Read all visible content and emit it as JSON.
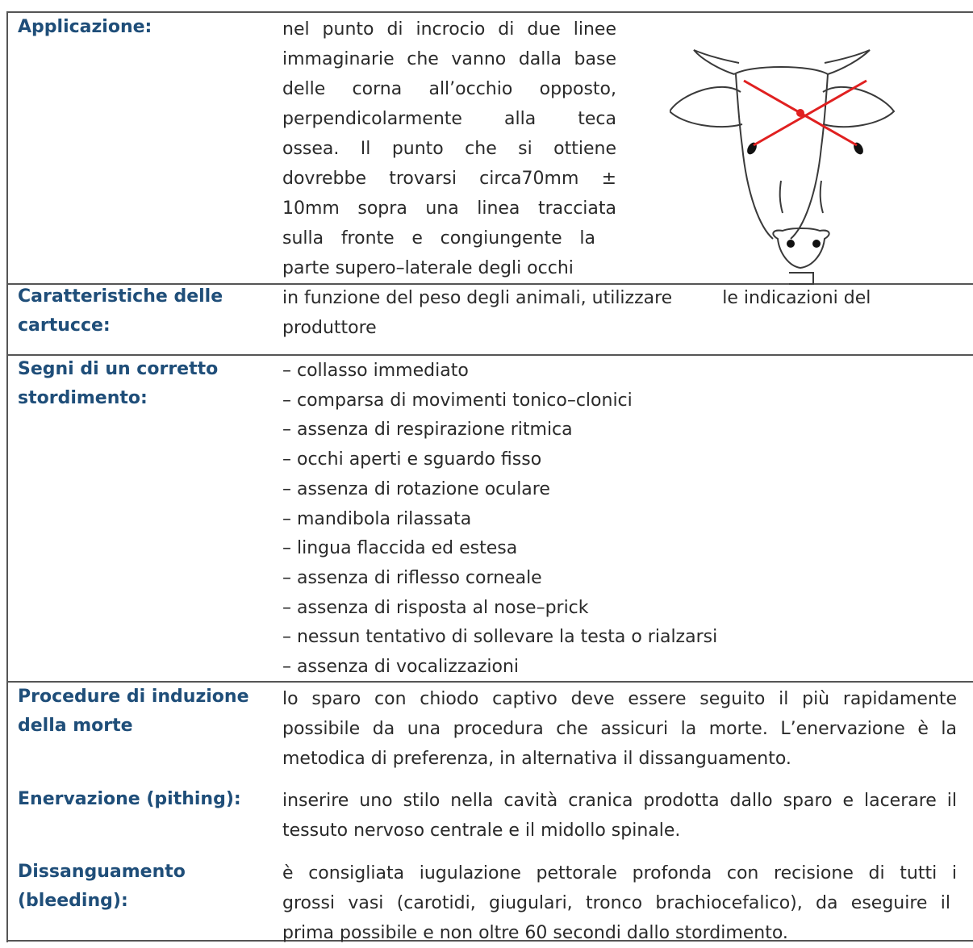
{
  "rows": [
    {
      "label_lines": [
        "Applicazione:"
      ],
      "text_lines": [
        "nel punto di incrocio di due linee",
        "immaginarie che vanno dalla base",
        "delle corna all’occhio opposto,",
        "perpendicolarmente alla teca",
        "ossea. Il punto che si ottiene",
        "dovrebbe trovarsi circa70mm ±",
        "10mm sopra una linea tracciata",
        "sulla fronte e congiungente la",
        "parte supero–laterale degli occhi"
      ]
    },
    {
      "label_lines": [
        "Caratteristiche delle",
        "cartucce:"
      ],
      "text_lines": [
        "in funzione del peso degli animali, utilizzare",
        "le indicazioni del",
        "produttore"
      ]
    },
    {
      "label_lines": [
        "Segni di un corretto",
        "stordimento:"
      ],
      "text_lines": [
        "– collasso immediato",
        "– comparsa di movimenti tonico–clonici",
        "– assenza di respirazione ritmica",
        "– occhi aperti e sguardo fisso",
        "– assenza di rotazione oculare",
        "– mandibola rilassata",
        "– lingua flaccida ed estesa",
        "– assenza di riflesso corneale",
        "– assenza di risposta al nose–prick",
        "– nessun tentativo di sollevare la testa o rialzarsi",
        "– assenza di vocalizzazioni"
      ]
    },
    {
      "label_lines": [
        "Procedure di induzione",
        "della morte"
      ],
      "text_lines": [
        "lo sparo con chiodo captivo deve essere seguito il più rapidamente",
        "possibile da una procedura che assicuri la morte. L’enervazione è la",
        "metodica di preferenza, in alternativa il dissanguamento."
      ]
    },
    {
      "label_lines": [
        "Enervazione (pithing):"
      ],
      "text_lines": [
        "inserire uno stilo nella cavità cranica prodotta dallo sparo e lacerare il",
        "tessuto nervoso centrale e il midollo spinale."
      ]
    },
    {
      "label_lines": [
        "Dissanguamento",
        "(bleeding):"
      ],
      "text_lines": [
        "è consigliata iugulazione pettorale profonda con recisione di tutti i",
        "grossi vasi (carotidi, giugulari, tronco brachiocefalico), da eseguire il",
        "prima possibile e non oltre 60 secondi dallo stordimento."
      ]
    }
  ],
  "colors": {
    "label": "#1f4e79",
    "text": "#2a2a2a",
    "rule": "#555555",
    "cross": "#e02020"
  },
  "figure": {
    "icon": "cow-head-icon"
  }
}
